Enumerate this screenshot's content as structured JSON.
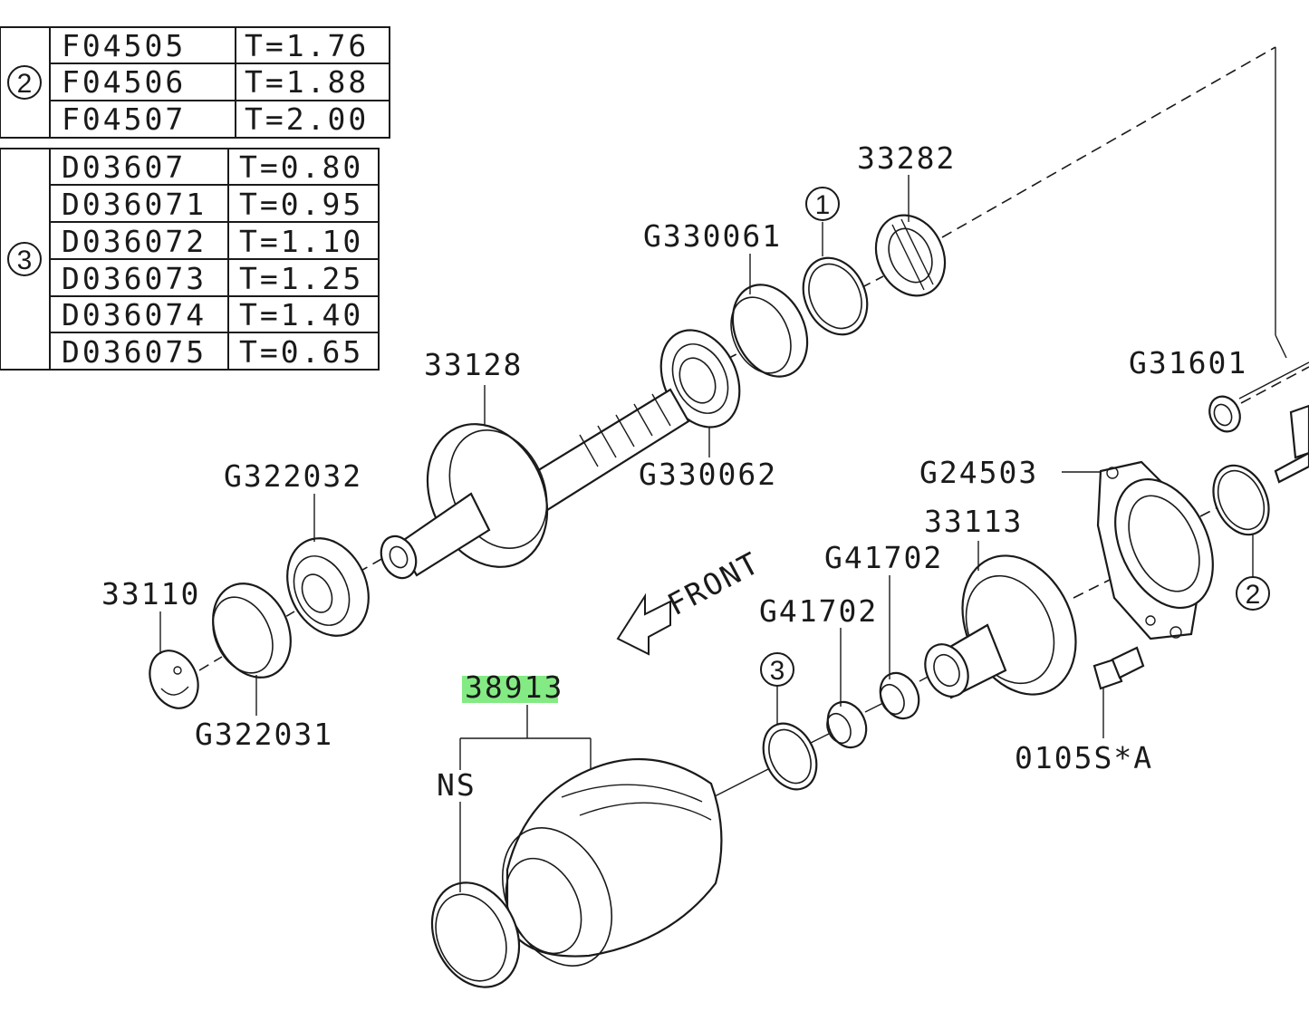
{
  "shim_tables": [
    {
      "ref": "2",
      "rows": [
        {
          "part": "F04505",
          "thickness": "T=1.76"
        },
        {
          "part": "F04506",
          "thickness": "T=1.88"
        },
        {
          "part": "F04507",
          "thickness": "T=2.00"
        }
      ]
    },
    {
      "ref": "3",
      "rows": [
        {
          "part": "D03607",
          "thickness": "T=0.80"
        },
        {
          "part": "D036071",
          "thickness": "T=0.95"
        },
        {
          "part": "D036072",
          "thickness": "T=1.10"
        },
        {
          "part": "D036073",
          "thickness": "T=1.25"
        },
        {
          "part": "D036074",
          "thickness": "T=1.40"
        },
        {
          "part": "D036075",
          "thickness": "T=0.65"
        }
      ]
    }
  ],
  "part_labels": {
    "p33282": "33282",
    "p1": "1",
    "pG330061": "G330061",
    "p33128": "33128",
    "pG330062": "G330062",
    "pG31601": "G31601",
    "pG322032": "G322032",
    "pG24503": "G24503",
    "p33113": "33113",
    "pG41702a": "G41702",
    "pG41702b": "G41702",
    "p33110": "33110",
    "pG322031": "G322031",
    "p38913": "38913",
    "p3": "3",
    "p2": "2",
    "pNS": "NS",
    "p0105SA": "0105S*A",
    "front": "FRONT"
  },
  "highlight": {
    "part": "38913",
    "color": "#6ee86e"
  }
}
